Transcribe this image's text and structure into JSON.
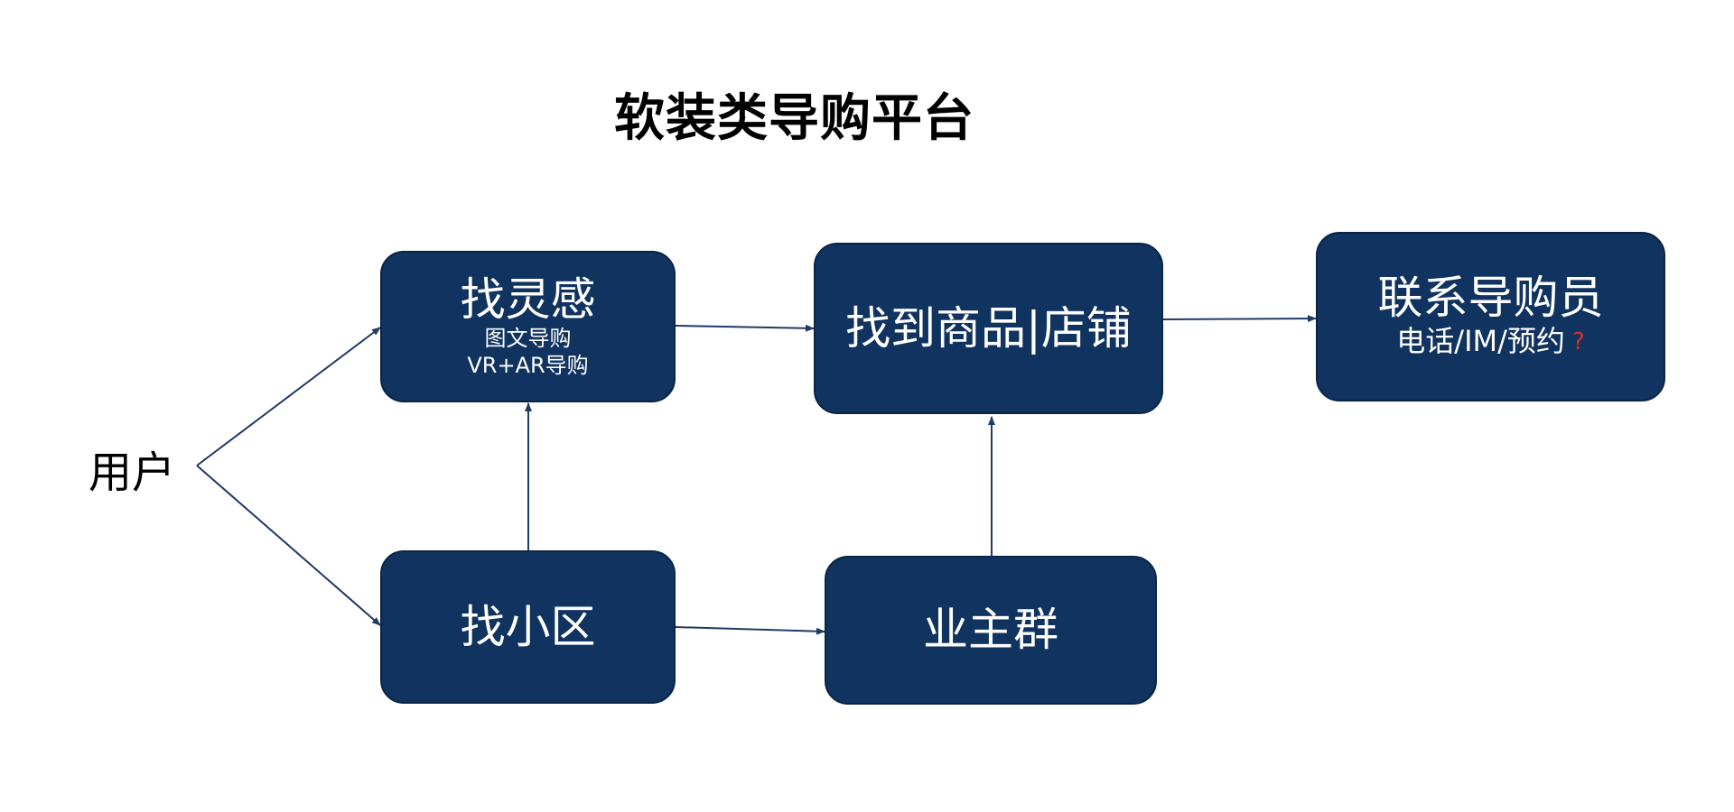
{
  "title": "软装类导购平台",
  "user_label": "用户",
  "nodes": {
    "inspiration": {
      "title": "找灵感",
      "sub_line_1": "图文导购",
      "sub_line_2": "VR+AR导购"
    },
    "community": {
      "title": "找小区"
    },
    "product_store": {
      "title": "找到商品|店铺"
    },
    "owner_group": {
      "title": "业主群"
    },
    "contact_guide": {
      "title": "联系导购员",
      "sub": "电话/IM/预约",
      "mark": "?"
    }
  },
  "colors": {
    "node_fill": "#10335f",
    "node_border": "#0a2546",
    "connector": "#1f3b66",
    "node_text": "#ffffff",
    "question_mark": "#e0292f"
  }
}
